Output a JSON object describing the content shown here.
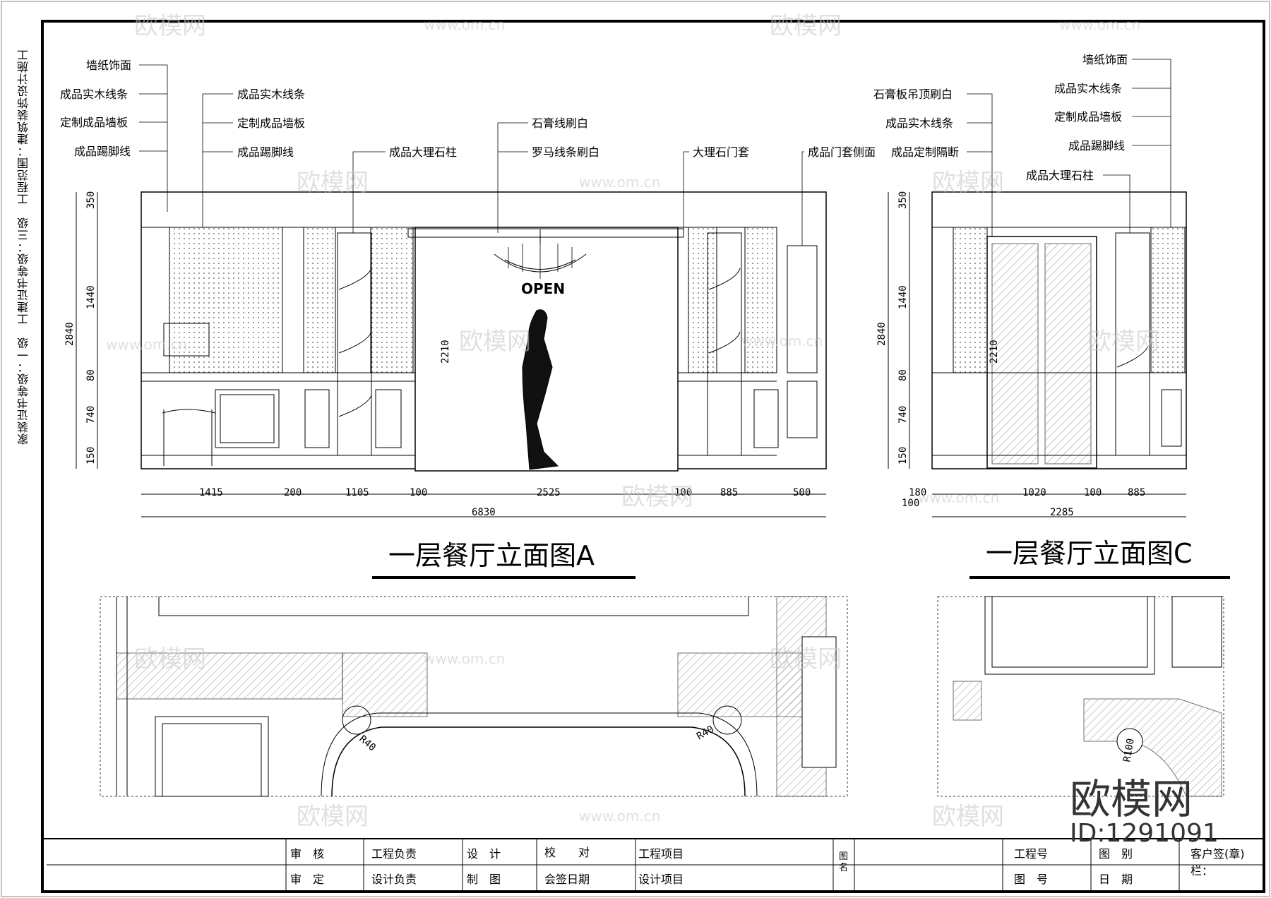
{
  "side_note": "家装证书等级：一级　工建证书等级：三级　工程范围：建筑装饰设计施工",
  "elevation_a": {
    "title": "一层餐厅立面图A",
    "left_labels": [
      "墙纸饰面",
      "成品实木线条",
      "定制成品墙板",
      "成品踢脚线"
    ],
    "mid_labels": [
      "成品实木线条",
      "定制成品墙板",
      "成品踢脚线"
    ],
    "column_label": "成品大理石柱",
    "center_labels": [
      "石膏线刷白",
      "罗马线条刷白"
    ],
    "right_labels": [
      "大理石门套",
      "成品门套侧面"
    ],
    "open_sign": "OPEN",
    "height_dims": [
      "350",
      "1440",
      "80",
      "740",
      "150"
    ],
    "total_height": "2840",
    "opening_height": "2210",
    "width_dims": [
      "1415",
      "200",
      "1105",
      "100",
      "2525",
      "100",
      "885",
      "500"
    ],
    "total_width": "6830"
  },
  "elevation_c": {
    "title": "一层餐厅立面图C",
    "right_labels": [
      "墙纸饰面",
      "成品实木线条",
      "定制成品墙板",
      "成品踢脚线"
    ],
    "left_labels": [
      "石膏板吊顶刷白",
      "成品实木线条",
      "成品定制隔断"
    ],
    "column_label": "成品大理石柱",
    "height_dims": [
      "350",
      "1440",
      "80",
      "740",
      "150"
    ],
    "total_height": "2840",
    "opening_height": "2210",
    "width_dims": [
      "180",
      "100",
      "1020",
      "100",
      "885"
    ],
    "total_width": "2285"
  },
  "plan_marks": {
    "r1": "R40",
    "r2": "R40",
    "r3": "R100"
  },
  "title_block": {
    "row1": [
      "审　核",
      "工程负责",
      "设　计",
      "校　　对",
      "工程项目",
      "图",
      "工程号",
      "图　别",
      "客户签(章)栏："
    ],
    "row2": [
      "审　定",
      "设计负责",
      "制　图",
      "会签日期",
      "设计项目",
      "名",
      "图　号",
      "日　期"
    ]
  },
  "watermark": {
    "brand": "欧模网",
    "url": "www.om.cn"
  },
  "brand": "欧模网",
  "brand_id": "ID:1291091"
}
